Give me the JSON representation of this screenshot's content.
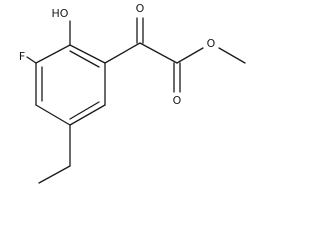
{
  "molecule": {
    "atom_labels": {
      "hydroxyl": "HO",
      "fluorine": "F",
      "ketone_oxygen": "O",
      "ester_carbonyl_oxygen": "O",
      "ester_ether_oxygen": "O"
    },
    "colors": {
      "line": "#1a1a1a",
      "background": "#ffffff"
    }
  }
}
